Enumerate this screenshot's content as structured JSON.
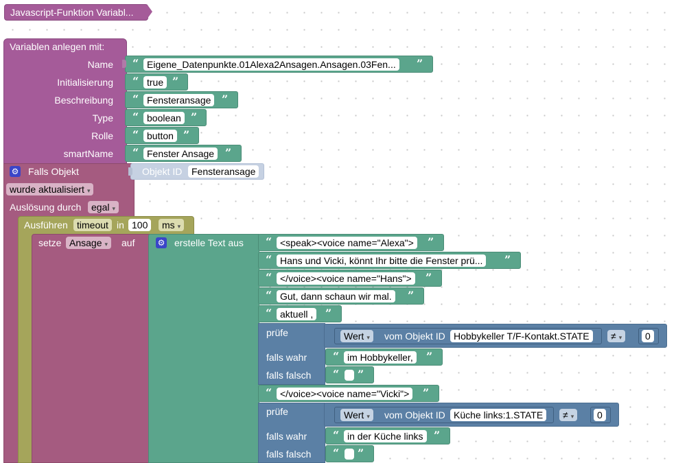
{
  "blocks": {
    "function_title": "Javascript-Funktion Variabl...",
    "create_vars": {
      "header": "Variablen anlegen  mit:",
      "fields": [
        {
          "label": "Name",
          "value": "Eigene_Datenpunkte.01Alexa2Ansagen.Ansagen.03Fen..."
        },
        {
          "label": "Initialisierung",
          "value": "true"
        },
        {
          "label": "Beschreibung",
          "value": "Fensteransage"
        },
        {
          "label": "Type",
          "value": "boolean"
        },
        {
          "label": "Rolle",
          "value": "button"
        },
        {
          "label": "smartName",
          "value": "Fenster Ansage"
        }
      ]
    },
    "trigger": {
      "label": "Falls Objekt",
      "object_id_label": "Objekt ID",
      "object_id_value": "Fensteransage",
      "condition": "wurde aktualisiert",
      "trigger_by_label": "Auslösung durch",
      "trigger_by_value": "egal"
    },
    "timeout": {
      "label": "Ausführen",
      "type": "timeout",
      "in_label": "in",
      "value": "100",
      "unit": "ms"
    },
    "set_var": {
      "label": "setze",
      "var": "Ansage",
      "auf": "auf",
      "text_label": "erstelle Text aus"
    },
    "texts": [
      "<speak><voice name=\"Alexa\">",
      "Hans und Vicki,  könnt Ihr bitte die Fenster prü...",
      "</voice><voice name=\"Hans\">",
      "Gut, dann schaun wir mal.",
      "aktuell ,",
      "</voice><voice name=\"Vicki\">"
    ],
    "conditions": [
      {
        "check_label": "prüfe",
        "value_dd": "Wert",
        "from_label": "vom Objekt ID",
        "object": "Hobbykeller T/F-Kontakt.STATE",
        "operator": "≠",
        "compare": "0",
        "true_label": "falls wahr",
        "true_text": "im Hobbykeller,",
        "false_label": "falls falsch"
      },
      {
        "check_label": "prüfe",
        "value_dd": "Wert",
        "from_label": "vom Objekt ID",
        "object": "Küche links:1.STATE",
        "operator": "≠",
        "compare": "0",
        "true_label": "falls wahr",
        "true_text": "in der Küche links",
        "false_label": "falls falsch"
      }
    ]
  },
  "icons": {
    "gear": "gear-icon",
    "quote_open": "“",
    "quote_close": "”",
    "dropdown": "▾"
  },
  "colors": {
    "purple": "#a55b99",
    "pink": "#a55b80",
    "olive": "#a5a55b",
    "green": "#5ba58c",
    "blue": "#5b80a5"
  }
}
